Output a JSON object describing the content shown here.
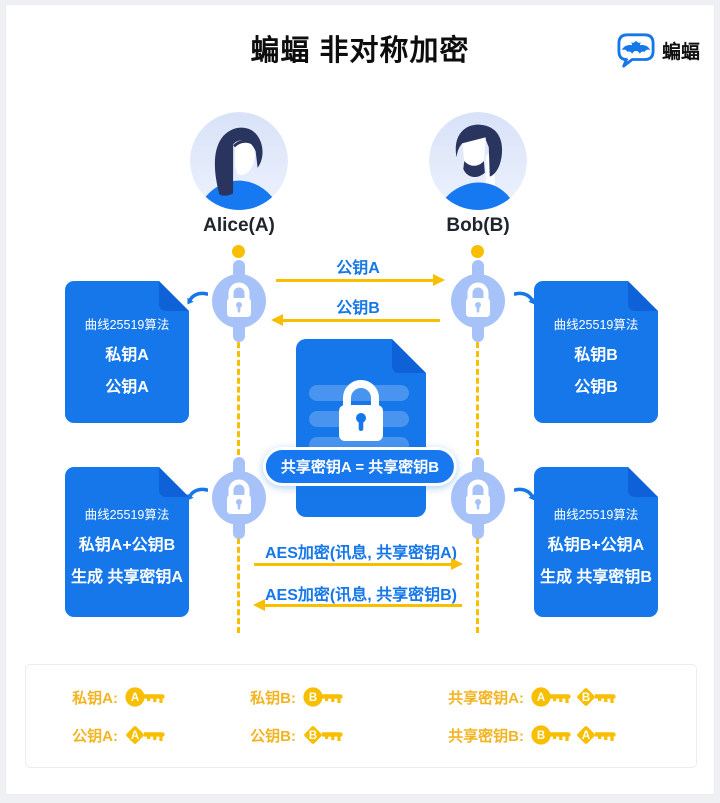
{
  "header": {
    "title": "蝙蝠 非对称加密",
    "brand": "蝙蝠"
  },
  "people": {
    "alice": "Alice(A)",
    "bob": "Bob(B)"
  },
  "exchange": {
    "public_key_a": "公钥A",
    "public_key_b": "公钥B"
  },
  "docs": {
    "top_left": {
      "line1": "曲线25519算法",
      "line2": "私钥A",
      "line3": "公钥A"
    },
    "top_right": {
      "line1": "曲线25519算法",
      "line2": "私钥B",
      "line3": "公钥B"
    },
    "bottom_left": {
      "line1": "曲线25519算法",
      "line2": "私钥A+公钥B",
      "line3": "生成 共享密钥A"
    },
    "bottom_right": {
      "line1": "曲线25519算法",
      "line2": "私钥B+公钥A",
      "line3": "生成 共享密钥B"
    }
  },
  "shared_badge": "共享密钥A = 共享密钥B",
  "aes": {
    "to_bob": "AES加密(讯息, 共享密钥A)",
    "to_alice": "AES加密(讯息, 共享密钥B)"
  },
  "legend": {
    "items": [
      {
        "label": "私钥A:",
        "keys": [
          {
            "shape": "round",
            "letter": "A"
          }
        ]
      },
      {
        "label": "公钥A:",
        "keys": [
          {
            "shape": "diamond",
            "letter": "A"
          }
        ]
      },
      {
        "label": "私钥B:",
        "keys": [
          {
            "shape": "round",
            "letter": "B"
          }
        ]
      },
      {
        "label": "公钥B:",
        "keys": [
          {
            "shape": "diamond",
            "letter": "B"
          }
        ]
      },
      {
        "label": "共享密钥A:",
        "keys": [
          {
            "shape": "round",
            "letter": "A"
          },
          {
            "shape": "diamond",
            "letter": "B"
          }
        ]
      },
      {
        "label": "共享密钥B:",
        "keys": [
          {
            "shape": "round",
            "letter": "B"
          },
          {
            "shape": "diamond",
            "letter": "A"
          }
        ]
      }
    ]
  },
  "colors": {
    "doc_blue": "#1577E9",
    "fold_blue": "#0E61D6",
    "accent_blue": "#1677E8",
    "gold": "#F8BE00",
    "lock_node": "#A7C2F8"
  }
}
